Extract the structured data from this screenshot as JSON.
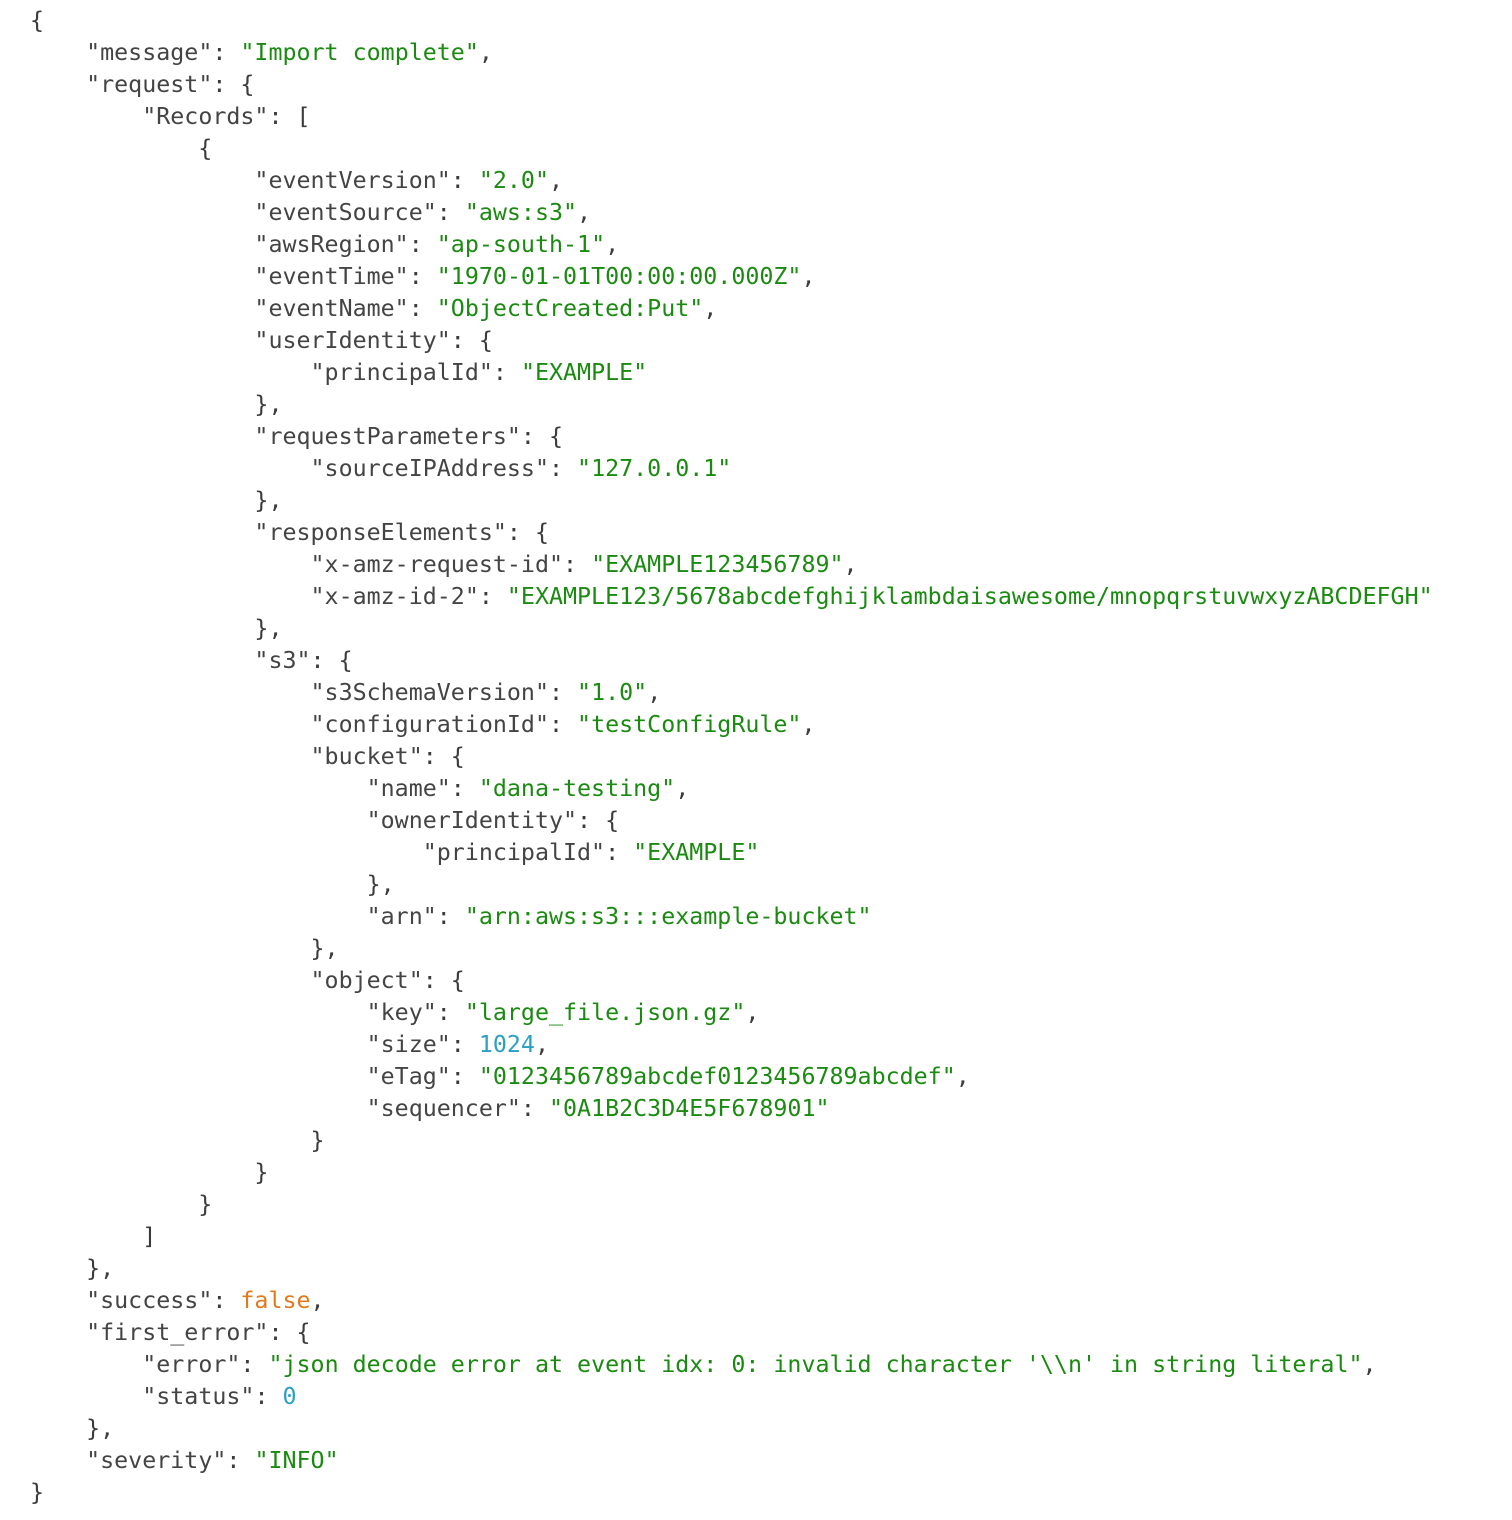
{
  "json_view": {
    "lines": [
      [
        {
          "t": "{",
          "k": "punct"
        }
      ],
      [
        {
          "t": "    ",
          "k": "punct"
        },
        {
          "t": "\"message\"",
          "k": "key"
        },
        {
          "t": ": ",
          "k": "punct"
        },
        {
          "t": "\"Import complete\"",
          "k": "string"
        },
        {
          "t": ",",
          "k": "punct"
        }
      ],
      [
        {
          "t": "    ",
          "k": "punct"
        },
        {
          "t": "\"request\"",
          "k": "key"
        },
        {
          "t": ": {",
          "k": "punct"
        }
      ],
      [
        {
          "t": "        ",
          "k": "punct"
        },
        {
          "t": "\"Records\"",
          "k": "key"
        },
        {
          "t": ": [",
          "k": "punct"
        }
      ],
      [
        {
          "t": "            {",
          "k": "punct"
        }
      ],
      [
        {
          "t": "                ",
          "k": "punct"
        },
        {
          "t": "\"eventVersion\"",
          "k": "key"
        },
        {
          "t": ": ",
          "k": "punct"
        },
        {
          "t": "\"2.0\"",
          "k": "string"
        },
        {
          "t": ",",
          "k": "punct"
        }
      ],
      [
        {
          "t": "                ",
          "k": "punct"
        },
        {
          "t": "\"eventSource\"",
          "k": "key"
        },
        {
          "t": ": ",
          "k": "punct"
        },
        {
          "t": "\"aws:s3\"",
          "k": "string"
        },
        {
          "t": ",",
          "k": "punct"
        }
      ],
      [
        {
          "t": "                ",
          "k": "punct"
        },
        {
          "t": "\"awsRegion\"",
          "k": "key"
        },
        {
          "t": ": ",
          "k": "punct"
        },
        {
          "t": "\"ap-south-1\"",
          "k": "string"
        },
        {
          "t": ",",
          "k": "punct"
        }
      ],
      [
        {
          "t": "                ",
          "k": "punct"
        },
        {
          "t": "\"eventTime\"",
          "k": "key"
        },
        {
          "t": ": ",
          "k": "punct"
        },
        {
          "t": "\"1970-01-01T00:00:00.000Z\"",
          "k": "string"
        },
        {
          "t": ",",
          "k": "punct"
        }
      ],
      [
        {
          "t": "                ",
          "k": "punct"
        },
        {
          "t": "\"eventName\"",
          "k": "key"
        },
        {
          "t": ": ",
          "k": "punct"
        },
        {
          "t": "\"ObjectCreated:Put\"",
          "k": "string"
        },
        {
          "t": ",",
          "k": "punct"
        }
      ],
      [
        {
          "t": "                ",
          "k": "punct"
        },
        {
          "t": "\"userIdentity\"",
          "k": "key"
        },
        {
          "t": ": {",
          "k": "punct"
        }
      ],
      [
        {
          "t": "                    ",
          "k": "punct"
        },
        {
          "t": "\"principalId\"",
          "k": "key"
        },
        {
          "t": ": ",
          "k": "punct"
        },
        {
          "t": "\"EXAMPLE\"",
          "k": "string"
        }
      ],
      [
        {
          "t": "                },",
          "k": "punct"
        }
      ],
      [
        {
          "t": "                ",
          "k": "punct"
        },
        {
          "t": "\"requestParameters\"",
          "k": "key"
        },
        {
          "t": ": {",
          "k": "punct"
        }
      ],
      [
        {
          "t": "                    ",
          "k": "punct"
        },
        {
          "t": "\"sourceIPAddress\"",
          "k": "key"
        },
        {
          "t": ": ",
          "k": "punct"
        },
        {
          "t": "\"127.0.0.1\"",
          "k": "string"
        }
      ],
      [
        {
          "t": "                },",
          "k": "punct"
        }
      ],
      [
        {
          "t": "                ",
          "k": "punct"
        },
        {
          "t": "\"responseElements\"",
          "k": "key"
        },
        {
          "t": ": {",
          "k": "punct"
        }
      ],
      [
        {
          "t": "                    ",
          "k": "punct"
        },
        {
          "t": "\"x-amz-request-id\"",
          "k": "key"
        },
        {
          "t": ": ",
          "k": "punct"
        },
        {
          "t": "\"EXAMPLE123456789\"",
          "k": "string"
        },
        {
          "t": ",",
          "k": "punct"
        }
      ],
      [
        {
          "t": "                    ",
          "k": "punct"
        },
        {
          "t": "\"x-amz-id-2\"",
          "k": "key"
        },
        {
          "t": ": ",
          "k": "punct"
        },
        {
          "t": "\"EXAMPLE123/5678abcdefghijklambdaisawesome/mnopqrstuvwxyzABCDEFGH\"",
          "k": "string"
        }
      ],
      [
        {
          "t": "                },",
          "k": "punct"
        }
      ],
      [
        {
          "t": "                ",
          "k": "punct"
        },
        {
          "t": "\"s3\"",
          "k": "key"
        },
        {
          "t": ": {",
          "k": "punct"
        }
      ],
      [
        {
          "t": "                    ",
          "k": "punct"
        },
        {
          "t": "\"s3SchemaVersion\"",
          "k": "key"
        },
        {
          "t": ": ",
          "k": "punct"
        },
        {
          "t": "\"1.0\"",
          "k": "string"
        },
        {
          "t": ",",
          "k": "punct"
        }
      ],
      [
        {
          "t": "                    ",
          "k": "punct"
        },
        {
          "t": "\"configurationId\"",
          "k": "key"
        },
        {
          "t": ": ",
          "k": "punct"
        },
        {
          "t": "\"testConfigRule\"",
          "k": "string"
        },
        {
          "t": ",",
          "k": "punct"
        }
      ],
      [
        {
          "t": "                    ",
          "k": "punct"
        },
        {
          "t": "\"bucket\"",
          "k": "key"
        },
        {
          "t": ": {",
          "k": "punct"
        }
      ],
      [
        {
          "t": "                        ",
          "k": "punct"
        },
        {
          "t": "\"name\"",
          "k": "key"
        },
        {
          "t": ": ",
          "k": "punct"
        },
        {
          "t": "\"dana-testing\"",
          "k": "string"
        },
        {
          "t": ",",
          "k": "punct"
        }
      ],
      [
        {
          "t": "                        ",
          "k": "punct"
        },
        {
          "t": "\"ownerIdentity\"",
          "k": "key"
        },
        {
          "t": ": {",
          "k": "punct"
        }
      ],
      [
        {
          "t": "                            ",
          "k": "punct"
        },
        {
          "t": "\"principalId\"",
          "k": "key"
        },
        {
          "t": ": ",
          "k": "punct"
        },
        {
          "t": "\"EXAMPLE\"",
          "k": "string"
        }
      ],
      [
        {
          "t": "                        },",
          "k": "punct"
        }
      ],
      [
        {
          "t": "                        ",
          "k": "punct"
        },
        {
          "t": "\"arn\"",
          "k": "key"
        },
        {
          "t": ": ",
          "k": "punct"
        },
        {
          "t": "\"arn:aws:s3:::example-bucket\"",
          "k": "string"
        }
      ],
      [
        {
          "t": "                    },",
          "k": "punct"
        }
      ],
      [
        {
          "t": "                    ",
          "k": "punct"
        },
        {
          "t": "\"object\"",
          "k": "key"
        },
        {
          "t": ": {",
          "k": "punct"
        }
      ],
      [
        {
          "t": "                        ",
          "k": "punct"
        },
        {
          "t": "\"key\"",
          "k": "key"
        },
        {
          "t": ": ",
          "k": "punct"
        },
        {
          "t": "\"large_file.json.gz\"",
          "k": "string"
        },
        {
          "t": ",",
          "k": "punct"
        }
      ],
      [
        {
          "t": "                        ",
          "k": "punct"
        },
        {
          "t": "\"size\"",
          "k": "key"
        },
        {
          "t": ": ",
          "k": "punct"
        },
        {
          "t": "1024",
          "k": "number"
        },
        {
          "t": ",",
          "k": "punct"
        }
      ],
      [
        {
          "t": "                        ",
          "k": "punct"
        },
        {
          "t": "\"eTag\"",
          "k": "key"
        },
        {
          "t": ": ",
          "k": "punct"
        },
        {
          "t": "\"0123456789abcdef0123456789abcdef\"",
          "k": "string"
        },
        {
          "t": ",",
          "k": "punct"
        }
      ],
      [
        {
          "t": "                        ",
          "k": "punct"
        },
        {
          "t": "\"sequencer\"",
          "k": "key"
        },
        {
          "t": ": ",
          "k": "punct"
        },
        {
          "t": "\"0A1B2C3D4E5F678901\"",
          "k": "string"
        }
      ],
      [
        {
          "t": "                    }",
          "k": "punct"
        }
      ],
      [
        {
          "t": "                }",
          "k": "punct"
        }
      ],
      [
        {
          "t": "            }",
          "k": "punct"
        }
      ],
      [
        {
          "t": "        ]",
          "k": "punct"
        }
      ],
      [
        {
          "t": "    },",
          "k": "punct"
        }
      ],
      [
        {
          "t": "    ",
          "k": "punct"
        },
        {
          "t": "\"success\"",
          "k": "key"
        },
        {
          "t": ": ",
          "k": "punct"
        },
        {
          "t": "false",
          "k": "boolean"
        },
        {
          "t": ",",
          "k": "punct"
        }
      ],
      [
        {
          "t": "    ",
          "k": "punct"
        },
        {
          "t": "\"first_error\"",
          "k": "key"
        },
        {
          "t": ": {",
          "k": "punct"
        }
      ],
      [
        {
          "t": "        ",
          "k": "punct"
        },
        {
          "t": "\"error\"",
          "k": "key"
        },
        {
          "t": ": ",
          "k": "punct"
        },
        {
          "t": "\"json decode error at event idx: 0: invalid character '\\\\n' in string literal\"",
          "k": "string"
        },
        {
          "t": ",",
          "k": "punct"
        }
      ],
      [
        {
          "t": "        ",
          "k": "punct"
        },
        {
          "t": "\"status\"",
          "k": "key"
        },
        {
          "t": ": ",
          "k": "punct"
        },
        {
          "t": "0",
          "k": "number"
        }
      ],
      [
        {
          "t": "    },",
          "k": "punct"
        }
      ],
      [
        {
          "t": "    ",
          "k": "punct"
        },
        {
          "t": "\"severity\"",
          "k": "key"
        },
        {
          "t": ": ",
          "k": "punct"
        },
        {
          "t": "\"INFO\"",
          "k": "string"
        }
      ],
      [
        {
          "t": "}",
          "k": "punct"
        }
      ]
    ]
  },
  "colors": {
    "key": "#444444",
    "punct": "#3b3b3b",
    "string": "#1a8a10",
    "number": "#2aa0c3",
    "boolean": "#e07a1c",
    "background": "#ffffff"
  }
}
